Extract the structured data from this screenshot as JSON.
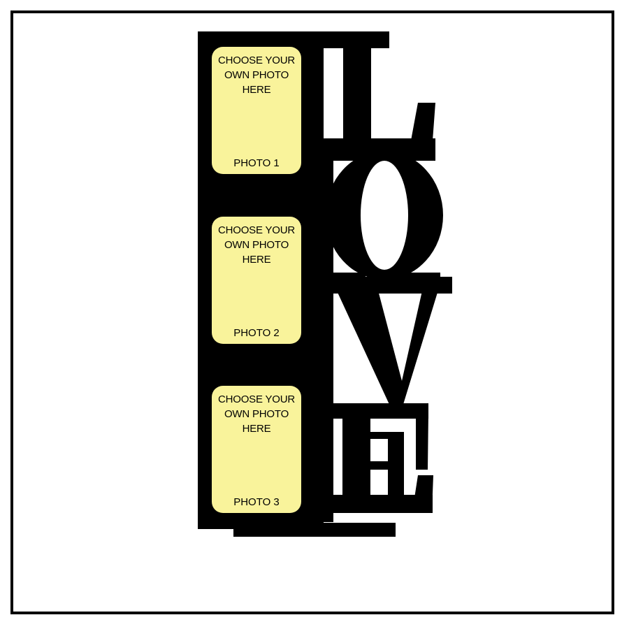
{
  "design": {
    "word": [
      "L",
      "O",
      "V",
      "E"
    ],
    "colors": {
      "background": "#ffffff",
      "frame": "#000000",
      "letters": "#000000",
      "photo_slot": "#f9f39b"
    }
  },
  "photo_slots": [
    {
      "prompt": "CHOOSE YOUR\nOWN PHOTO\nHERE",
      "caption": "PHOTO 1"
    },
    {
      "prompt": "CHOOSE YOUR\nOWN PHOTO\nHERE",
      "caption": "PHOTO 2"
    },
    {
      "prompt": "CHOOSE YOUR\nOWN PHOTO\nHERE",
      "caption": "PHOTO 3"
    }
  ]
}
